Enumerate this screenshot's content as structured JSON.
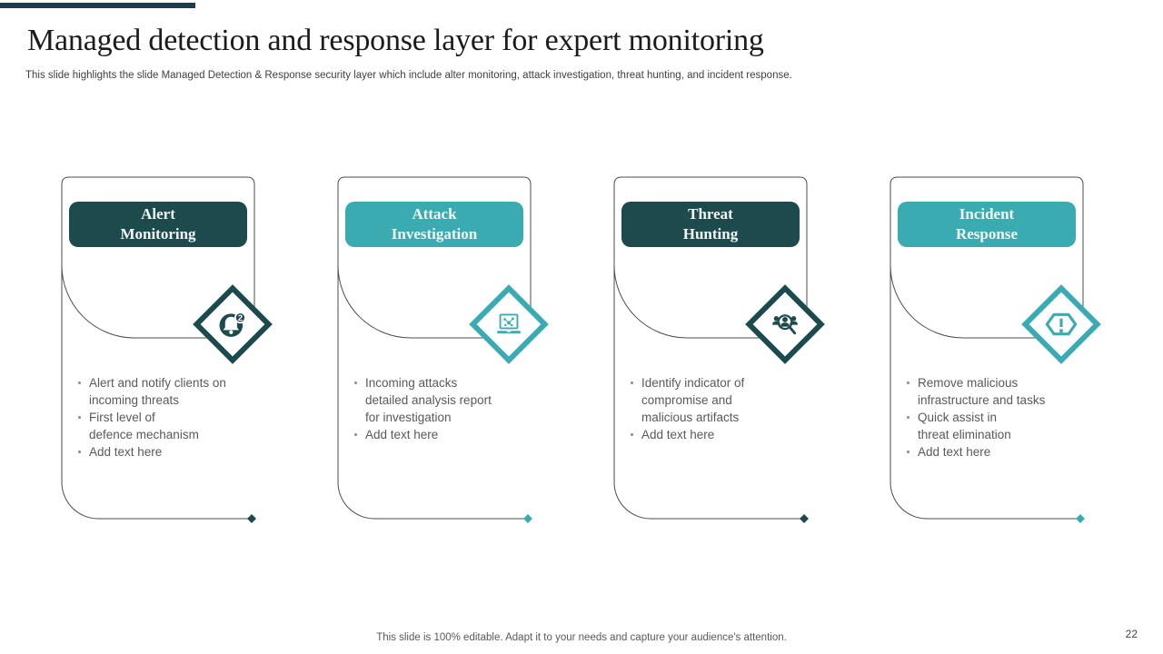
{
  "slide": {
    "title": "Managed detection and response layer for expert monitoring",
    "subtitle": "This slide highlights the slide Managed Detection & Response security layer which include alter monitoring, attack investigation, threat hunting, and incident response.",
    "footer_note": "This slide is 100% editable. Adapt it to your needs and capture your audience's attention.",
    "page_number": "22"
  },
  "colors": {
    "dark": "#1D4A4D",
    "teal": "#3AACB1",
    "outline": "#4D4D4D",
    "body_text": "#595959",
    "title_text": "#1B1B1B",
    "accent_bar": "#1D3D4E"
  },
  "cards": [
    {
      "title_lines": [
        "Alert",
        "Monitoring"
      ],
      "accent": "dark",
      "icon": "bell-notification-icon",
      "bullets": [
        [
          "Alert and notify  clients  on",
          "incoming threats"
        ],
        [
          "First level of",
          "defence mechanism"
        ],
        [
          "Add text here"
        ]
      ]
    },
    {
      "title_lines": [
        "Attack",
        "Investigation"
      ],
      "accent": "teal",
      "icon": "laptop-analysis-icon",
      "bullets": [
        [
          "Incoming  attacks",
          "detailed analysis  report",
          "for investigation"
        ],
        [
          "Add text here"
        ]
      ]
    },
    {
      "title_lines": [
        "Threat",
        "Hunting"
      ],
      "accent": "dark",
      "icon": "people-search-icon",
      "bullets": [
        [
          "Identify  indicator  of",
          "compromise and",
          "malicious  artifacts"
        ],
        [
          "Add text here"
        ]
      ]
    },
    {
      "title_lines": [
        "Incident",
        "Response"
      ],
      "accent": "teal",
      "icon": "hexagon-alert-icon",
      "bullets": [
        [
          "Remove malicious",
          "infrastructure  and tasks"
        ],
        [
          "Quick  assist in",
          "threat  elimination"
        ],
        [
          "Add text here"
        ]
      ]
    }
  ],
  "layout_hints": {
    "card_lefts": [
      68,
      372,
      676,
      980
    ]
  }
}
